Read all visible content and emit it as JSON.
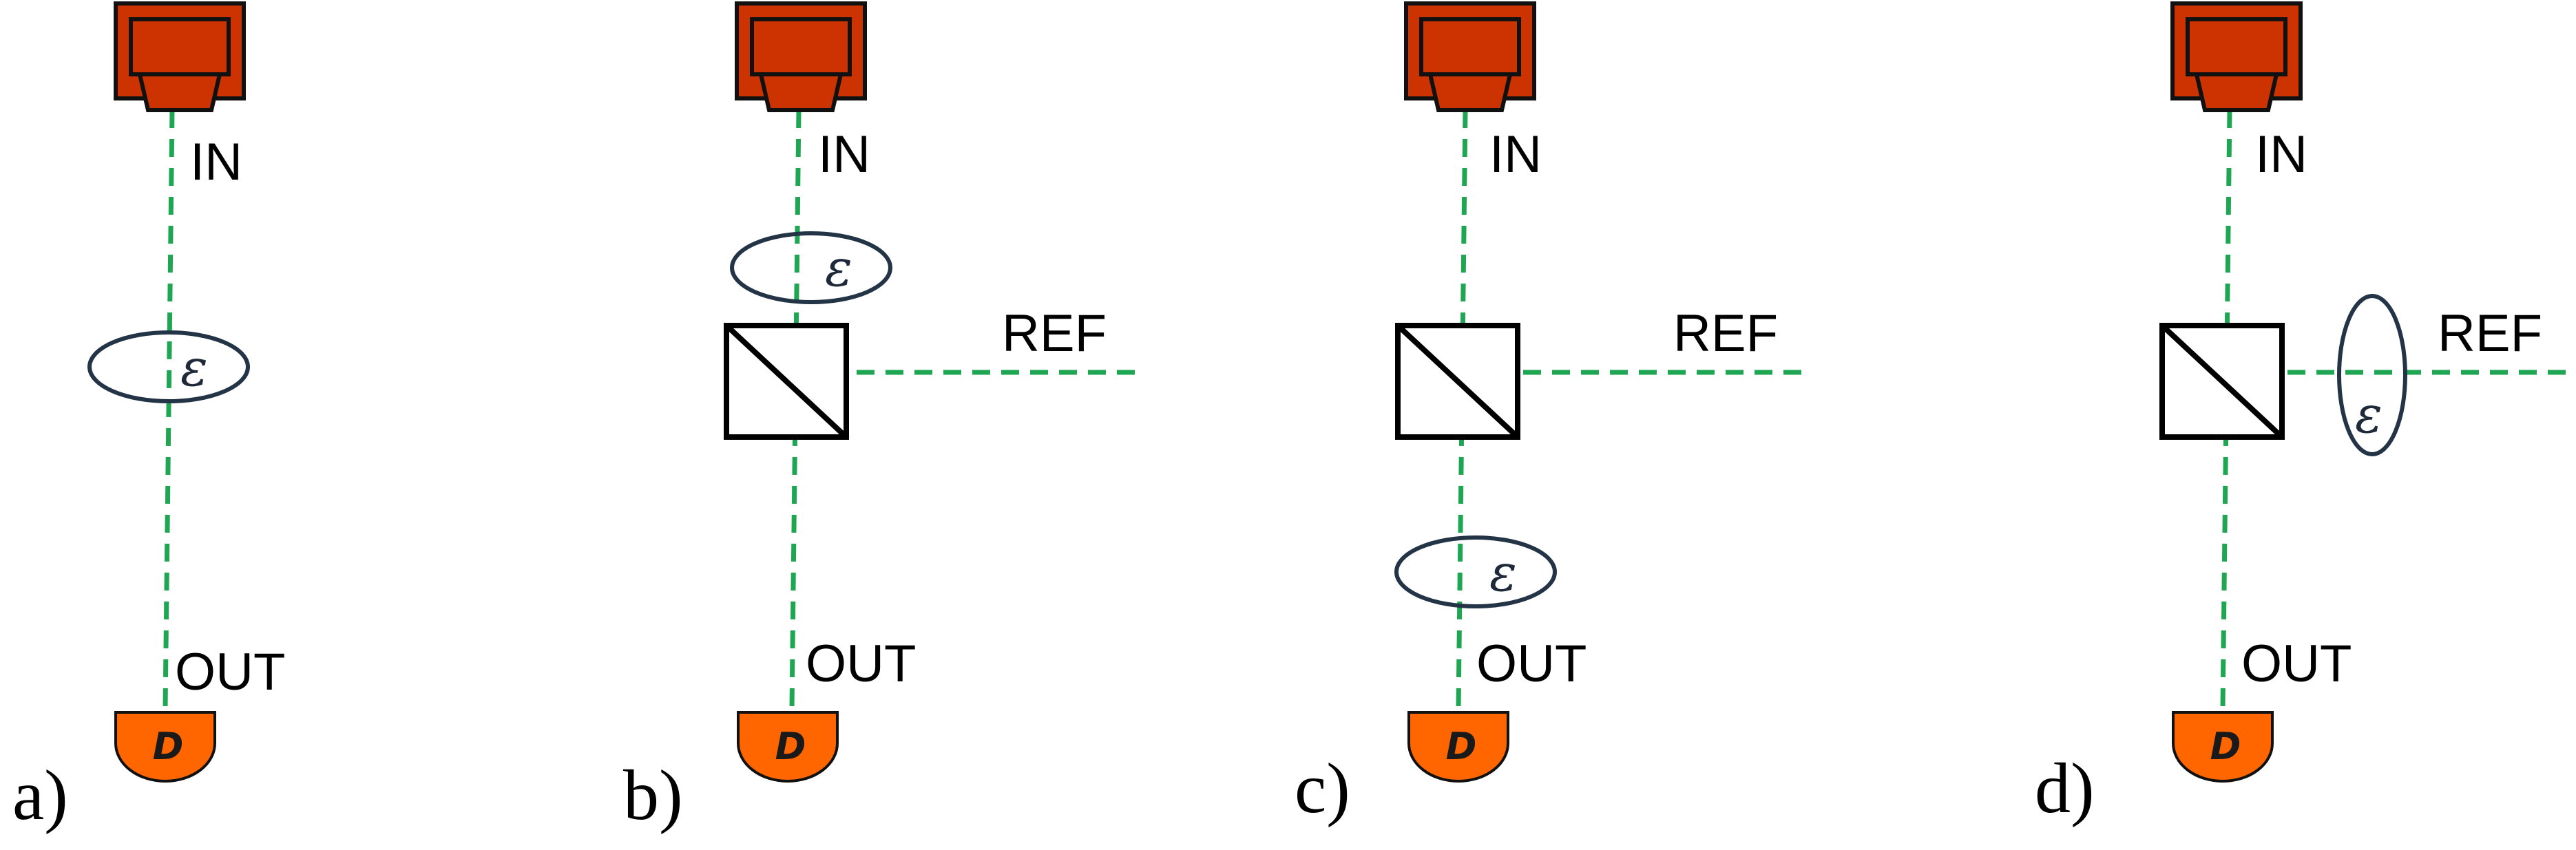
{
  "panels": [
    {
      "id": "a",
      "label": "a)",
      "in_label": "IN",
      "out_label": "OUT",
      "detector_label": "D",
      "element_label": "ε",
      "has_beamsplitter": false,
      "element_position": "input-arm"
    },
    {
      "id": "b",
      "label": "b)",
      "in_label": "IN",
      "out_label": "OUT",
      "ref_label": "REF",
      "detector_label": "D",
      "element_label": "ε",
      "has_beamsplitter": true,
      "element_position": "before-beamsplitter"
    },
    {
      "id": "c",
      "label": "c)",
      "in_label": "IN",
      "out_label": "OUT",
      "ref_label": "REF",
      "detector_label": "D",
      "element_label": "ε",
      "has_beamsplitter": true,
      "element_position": "output-arm"
    },
    {
      "id": "d",
      "label": "d)",
      "in_label": "IN",
      "out_label": "OUT",
      "ref_label": "REF",
      "detector_label": "D",
      "element_label": "ε",
      "has_beamsplitter": true,
      "element_position": "reference-arm"
    }
  ],
  "colors": {
    "beam": "#1fa653",
    "source": "#cc3300",
    "detector": "#ff6600",
    "element_outline": "#243447"
  }
}
